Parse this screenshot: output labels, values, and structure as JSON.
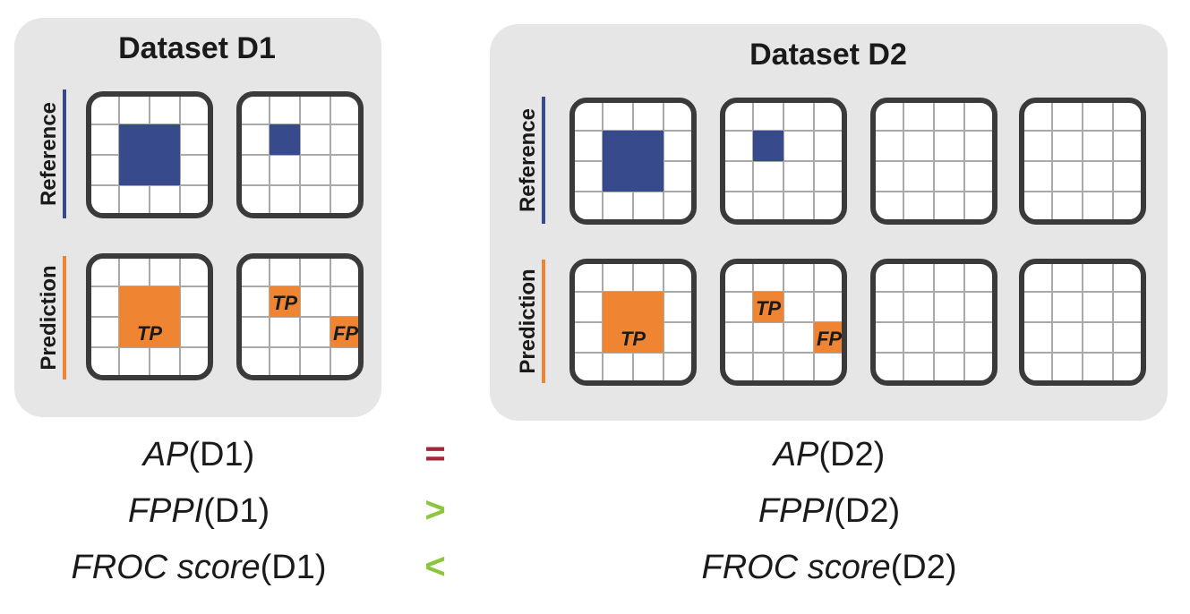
{
  "colors": {
    "reference": "#374a8c",
    "prediction": "#ef8533",
    "op_equal": "#a3263a",
    "op_compare": "#8cc63f"
  },
  "datasets": [
    {
      "title": "Dataset D1",
      "reference_label": "Reference",
      "prediction_label": "Prediction",
      "reference_images": [
        {
          "boxes": [
            {
              "kind": "reference",
              "c0": 1,
              "r0": 1,
              "c1": 3,
              "r1": 3
            }
          ]
        },
        {
          "boxes": [
            {
              "kind": "reference",
              "c0": 1,
              "r0": 1,
              "c1": 2,
              "r1": 2
            }
          ]
        }
      ],
      "prediction_images": [
        {
          "boxes": [
            {
              "kind": "prediction",
              "c0": 1,
              "r0": 1,
              "c1": 3,
              "r1": 3,
              "label": "TP"
            }
          ]
        },
        {
          "boxes": [
            {
              "kind": "prediction",
              "c0": 1,
              "r0": 1,
              "c1": 2,
              "r1": 2,
              "label": "TP"
            },
            {
              "kind": "prediction",
              "c0": 3,
              "r0": 2,
              "c1": 4,
              "r1": 3,
              "label": "FP"
            }
          ]
        }
      ]
    },
    {
      "title": "Dataset D2",
      "reference_label": "Reference",
      "prediction_label": "Prediction",
      "reference_images": [
        {
          "boxes": [
            {
              "kind": "reference",
              "c0": 1,
              "r0": 1,
              "c1": 3,
              "r1": 3
            }
          ]
        },
        {
          "boxes": [
            {
              "kind": "reference",
              "c0": 1,
              "r0": 1,
              "c1": 2,
              "r1": 2
            }
          ]
        },
        {
          "boxes": []
        },
        {
          "boxes": []
        }
      ],
      "prediction_images": [
        {
          "boxes": [
            {
              "kind": "prediction",
              "c0": 1,
              "r0": 1,
              "c1": 3,
              "r1": 3,
              "label": "TP"
            }
          ]
        },
        {
          "boxes": [
            {
              "kind": "prediction",
              "c0": 1,
              "r0": 1,
              "c1": 2,
              "r1": 2,
              "label": "TP"
            },
            {
              "kind": "prediction",
              "c0": 3,
              "r0": 2,
              "c1": 4,
              "r1": 3,
              "label": "FP"
            }
          ]
        },
        {
          "boxes": []
        },
        {
          "boxes": []
        }
      ]
    }
  ],
  "comparisons": [
    {
      "metric": "AP",
      "left_arg": "(D1)",
      "op": "=",
      "op_color": "op_equal",
      "right_arg": "(D2)"
    },
    {
      "metric": "FPPI",
      "left_arg": "(D1)",
      "op": ">",
      "op_color": "op_compare",
      "right_arg": "(D2)"
    },
    {
      "metric": "FROC score",
      "left_arg": "(D1)",
      "op": "<",
      "op_color": "op_compare",
      "right_arg": "(D2)"
    }
  ]
}
